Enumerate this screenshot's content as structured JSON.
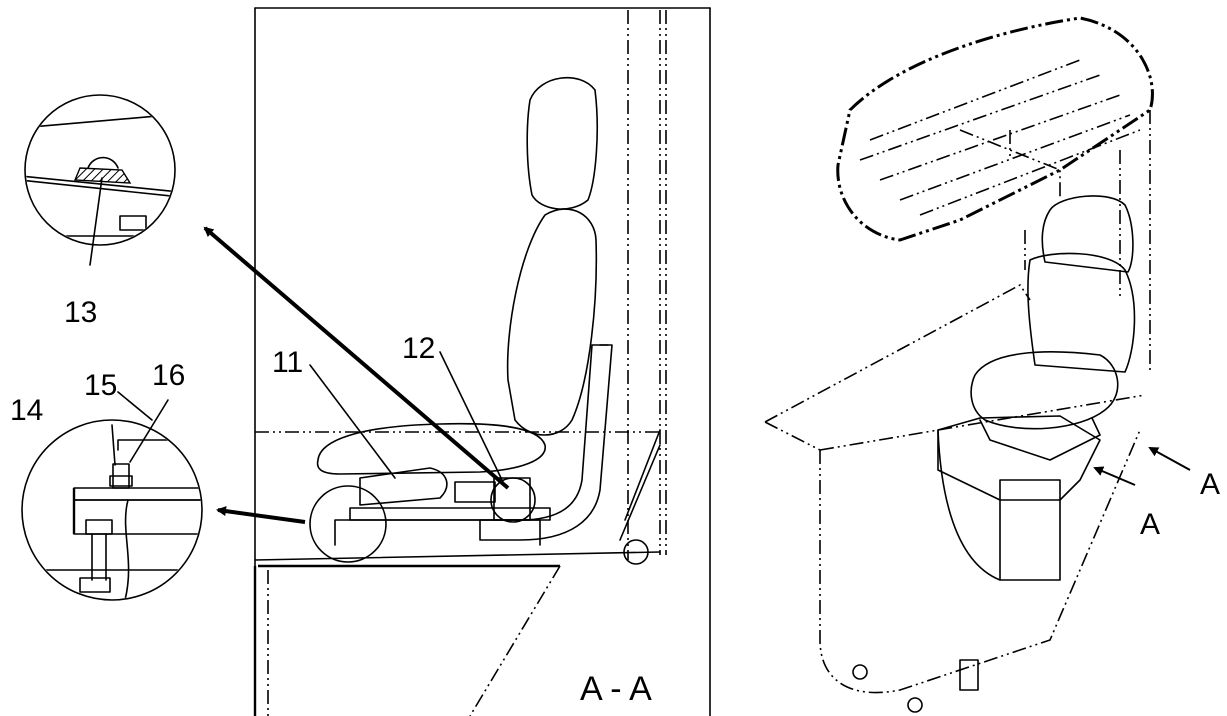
{
  "labels": {
    "c11": "11",
    "c12": "12",
    "c13": "13",
    "c14": "14",
    "c15": "15",
    "c16": "16",
    "section_title": "A - A",
    "arrow_a1": "A",
    "arrow_a2": "A"
  },
  "colors": {
    "ink": "#000000",
    "paper": "#ffffff"
  }
}
